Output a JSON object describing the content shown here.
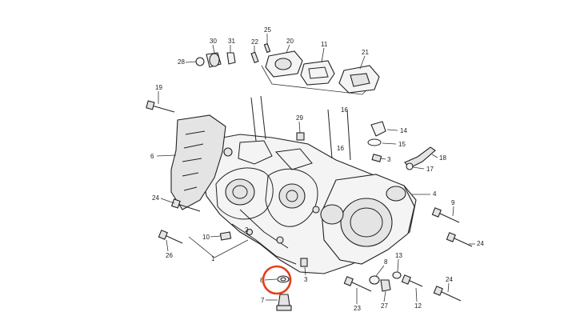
{
  "diagram": {
    "highlight_color": "#e3401c",
    "line_color": "#222222",
    "background": "#ffffff",
    "highlighted_callout": "8",
    "callouts": [
      {
        "id": "c1",
        "label": "1"
      },
      {
        "id": "c2",
        "label": "2"
      },
      {
        "id": "c3a",
        "label": "3"
      },
      {
        "id": "c3b",
        "label": "3"
      },
      {
        "id": "c4",
        "label": "4"
      },
      {
        "id": "c6",
        "label": "6"
      },
      {
        "id": "c7",
        "label": "7"
      },
      {
        "id": "c8a",
        "label": "8"
      },
      {
        "id": "c8b",
        "label": "8"
      },
      {
        "id": "c9",
        "label": "9"
      },
      {
        "id": "c10",
        "label": "10"
      },
      {
        "id": "c11",
        "label": "11"
      },
      {
        "id": "c12",
        "label": "12"
      },
      {
        "id": "c13",
        "label": "13"
      },
      {
        "id": "c14",
        "label": "14"
      },
      {
        "id": "c15",
        "label": "15"
      },
      {
        "id": "c16a",
        "label": "16"
      },
      {
        "id": "c16b",
        "label": "16"
      },
      {
        "id": "c17",
        "label": "17"
      },
      {
        "id": "c18",
        "label": "18"
      },
      {
        "id": "c19",
        "label": "19"
      },
      {
        "id": "c20",
        "label": "20"
      },
      {
        "id": "c21",
        "label": "21"
      },
      {
        "id": "c22",
        "label": "22"
      },
      {
        "id": "c23",
        "label": "23"
      },
      {
        "id": "c24a",
        "label": "24"
      },
      {
        "id": "c24b",
        "label": "24"
      },
      {
        "id": "c24c",
        "label": "24"
      },
      {
        "id": "c25",
        "label": "25"
      },
      {
        "id": "c26",
        "label": "26"
      },
      {
        "id": "c27",
        "label": "27"
      },
      {
        "id": "c28",
        "label": "28"
      },
      {
        "id": "c29",
        "label": "29"
      },
      {
        "id": "c30",
        "label": "30"
      },
      {
        "id": "c31",
        "label": "31"
      }
    ]
  }
}
